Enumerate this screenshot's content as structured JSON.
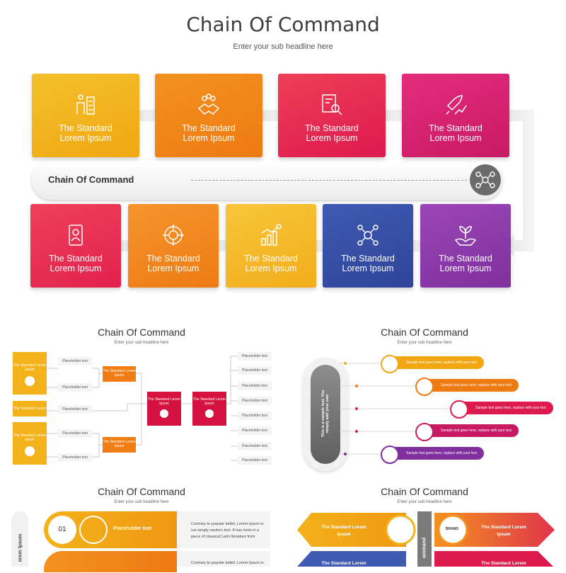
{
  "header": {
    "title": "Chain Of Command",
    "subtitle": "Enter your sub headline here"
  },
  "cards": {
    "top": [
      {
        "l1": "The Standard",
        "l2": "Lorem Ipsum",
        "c1": "#f4c02b",
        "c2": "#f0a712",
        "icon": "team-chart-icon"
      },
      {
        "l1": "The Standard",
        "l2": "Lorem Ipsum",
        "c1": "#f3921f",
        "c2": "#ee7a12",
        "icon": "handshake-icon"
      },
      {
        "l1": "The Standard",
        "l2": "Lorem Ipsum",
        "c1": "#ef3e56",
        "c2": "#dd1a4e",
        "icon": "document-search-icon"
      },
      {
        "l1": "The Standard",
        "l2": "Lorem Ipsum",
        "c1": "#e42c7e",
        "c2": "#c81a63",
        "icon": "rocket-growth-icon"
      }
    ],
    "bottom": [
      {
        "l1": "The Standard",
        "l2": "Lorem Ipsum",
        "c1": "#ef3f5a",
        "c2": "#e2224d",
        "icon": "id-badge-icon"
      },
      {
        "l1": "The Standard",
        "l2": "Lorem Ipsum",
        "c1": "#f5952a",
        "c2": "#ee7b14",
        "icon": "target-icon"
      },
      {
        "l1": "The Standard",
        "l2": "Lorem Ipsum",
        "c1": "#f7c53a",
        "c2": "#f2ad1a",
        "icon": "bar-growth-icon"
      },
      {
        "l1": "The Standard",
        "l2": "Lorem Ipsum",
        "c1": "#3f5ab1",
        "c2": "#2f449a",
        "icon": "gear-network-icon"
      },
      {
        "l1": "The Standard",
        "l2": "Lorem Ipsum",
        "c1": "#9b46b8",
        "c2": "#7f2f9e",
        "icon": "plant-hand-icon"
      }
    ]
  },
  "band": {
    "label": "Chain Of Command",
    "hub_icon": "network-hub-icon"
  },
  "thumbs": {
    "t1": {
      "title": "Chain Of Command",
      "subtitle": "Enter your sub headline here",
      "box": "The Standard Lorem Ipsum",
      "ph": "Placeholder text"
    },
    "t2": {
      "title": "Chain Of Command",
      "subtitle": "Enter your sub headline here",
      "vertical": "This is a sample text. You simply add your own",
      "pill": "Sample text goes here, replace with your text"
    },
    "t3": {
      "title": "Chain Of Command",
      "subtitle": "Enter your sub headline here",
      "num": "01",
      "placeholder": "Placeholder text",
      "body1": "Contrary to popular belief, Lorem Ipsum is not simply random text. It has roots in a piece of classical Latin literature from",
      "body2": "Contrary to popular belief, Lorem Ipsum is",
      "side": "orem Ipsum"
    },
    "t4": {
      "title": "Chain Of Command",
      "subtitle": "Enter your sub headline here",
      "l1": "The Standard Lorem",
      "l2": "Ipsum",
      "brand": "BRAND",
      "side": "ommand"
    }
  }
}
